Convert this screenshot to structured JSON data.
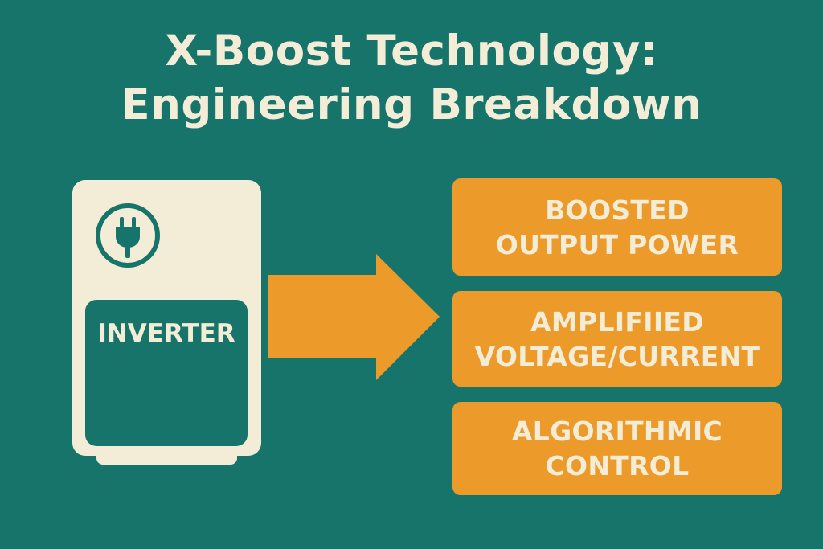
{
  "title": {
    "line1": "X-Boost Technology:",
    "line2": "Engineering Breakdown"
  },
  "colors": {
    "background": "#17746a",
    "cream": "#f3ecd6",
    "orange": "#ec9a2a"
  },
  "device": {
    "icon": "plug-icon",
    "label": "INVERTER"
  },
  "arrow": {
    "icon": "right-arrow"
  },
  "outputs": [
    {
      "line1": "BOOSTED",
      "line2": "OUTPUT POWER"
    },
    {
      "line1": "AMPLIFIIED",
      "line2": "VOLTAGE/CURRENT"
    },
    {
      "line1": "ALGORITHMIC",
      "line2": "CONTROL"
    }
  ]
}
